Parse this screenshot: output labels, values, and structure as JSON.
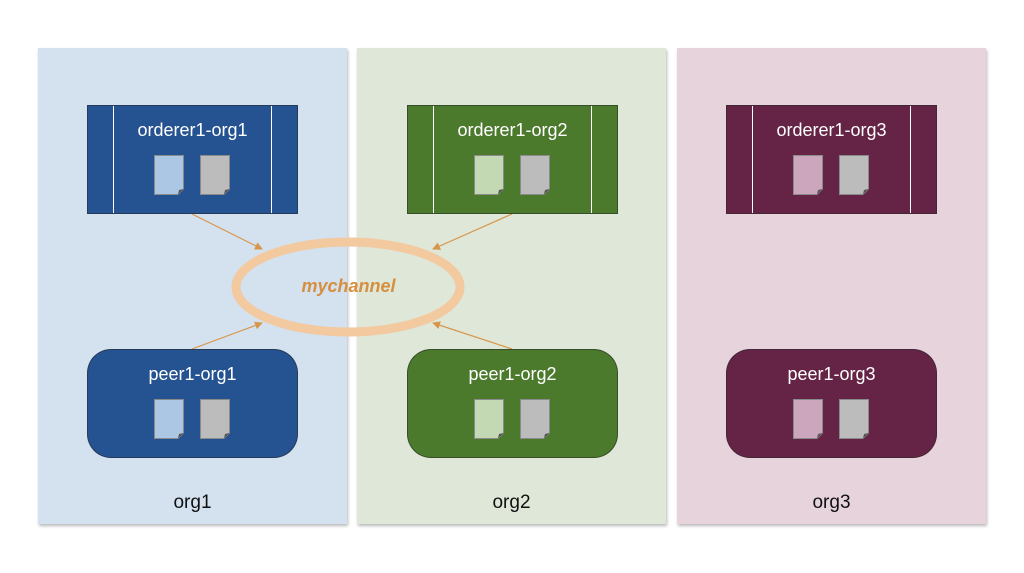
{
  "colors": {
    "org1_bg": "#d4e1ef",
    "org2_bg": "#dfe7d8",
    "org3_bg": "#e6d3db",
    "org1_node": "#255290",
    "org2_node": "#4c7a2d",
    "org3_node": "#652445",
    "org1_doc": "#acc7e4",
    "org2_doc": "#c3d9b3",
    "org3_doc": "#cca6bd",
    "doc_gray": "#bcbcbc",
    "channel_ring": "#f3c9a0",
    "channel_text": "#d58f3e",
    "arrow": "#d8964b"
  },
  "channel": {
    "label": "mychannel"
  },
  "orgs": [
    {
      "label": "org1",
      "orderer": "orderer1-org1",
      "peer": "peer1-org1"
    },
    {
      "label": "org2",
      "orderer": "orderer1-org2",
      "peer": "peer1-org2"
    },
    {
      "label": "org3",
      "orderer": "orderer1-org3",
      "peer": "peer1-org3"
    }
  ],
  "icons": [
    "document-icon"
  ]
}
